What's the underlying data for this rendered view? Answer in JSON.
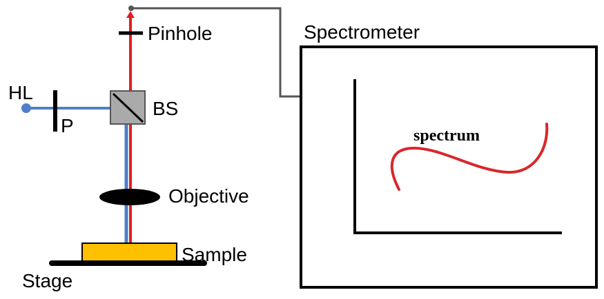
{
  "labels": {
    "pinhole": "Pinhole",
    "spectrometer": "Spectrometer",
    "hl": "HL",
    "polarizer": "P",
    "beam_splitter": "BS",
    "objective": "Objective",
    "sample": "Sample",
    "stage": "Stage",
    "spectrum": "spectrum"
  },
  "colors": {
    "laser_beam": "#e31c1c",
    "halogen_beam": "#4f7ec9",
    "fiber": "#555555",
    "beam_splitter_body": "#aaaaaa",
    "sample_fill": "#ffc000",
    "spectrum_curve": "#d9262b",
    "outline": "#000000"
  }
}
